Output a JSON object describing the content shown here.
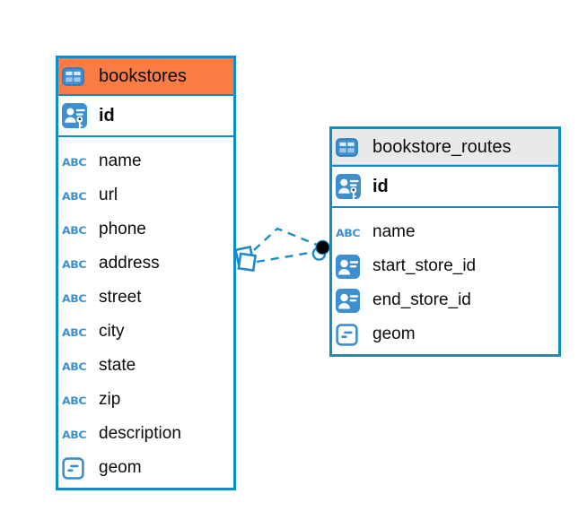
{
  "ui": {
    "type_labels": {
      "text": "ABC"
    }
  },
  "colors": {
    "table_border": "#0e8ccb",
    "bookstores_header": "#f87c44",
    "routes_header": "#e9e9e9",
    "icon_blue": "#3e8fd0",
    "connector_blue": "#1e8bc8",
    "connector_dot": "#000000",
    "text": "#0b0b0b"
  },
  "tables": [
    {
      "name": "bookstores",
      "primary_key": "id",
      "columns": [
        {
          "label": "name",
          "type": "text"
        },
        {
          "label": "url",
          "type": "text"
        },
        {
          "label": "phone",
          "type": "text"
        },
        {
          "label": "address",
          "type": "text"
        },
        {
          "label": "street",
          "type": "text"
        },
        {
          "label": "city",
          "type": "text"
        },
        {
          "label": "state",
          "type": "text"
        },
        {
          "label": "zip",
          "type": "text"
        },
        {
          "label": "description",
          "type": "text"
        },
        {
          "label": "geom",
          "type": "geometry"
        }
      ]
    },
    {
      "name": "bookstore_routes",
      "primary_key": "id",
      "columns": [
        {
          "label": "name",
          "type": "text"
        },
        {
          "label": "start_store_id",
          "type": "reference"
        },
        {
          "label": "end_store_id",
          "type": "reference"
        },
        {
          "label": "geom",
          "type": "geometry"
        }
      ]
    }
  ],
  "relationships": [
    {
      "from": "bookstore_routes",
      "to": "bookstores",
      "style": "dashed"
    },
    {
      "from": "bookstore_routes",
      "to": "bookstores",
      "style": "dashed"
    }
  ]
}
